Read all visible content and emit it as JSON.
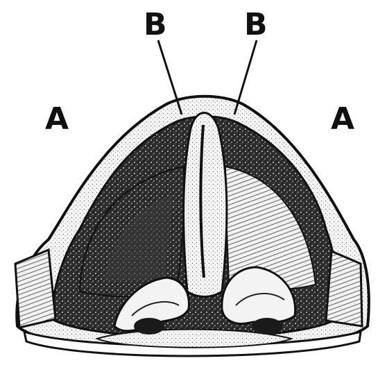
{
  "labels": {
    "left_A": "A",
    "right_A": "A",
    "left_B": "B",
    "right_B": "B"
  },
  "colors": {
    "ink": "#111111",
    "paper": "#ffffff",
    "shadow": "#1c1c1c",
    "light": "#f2f2f2"
  }
}
